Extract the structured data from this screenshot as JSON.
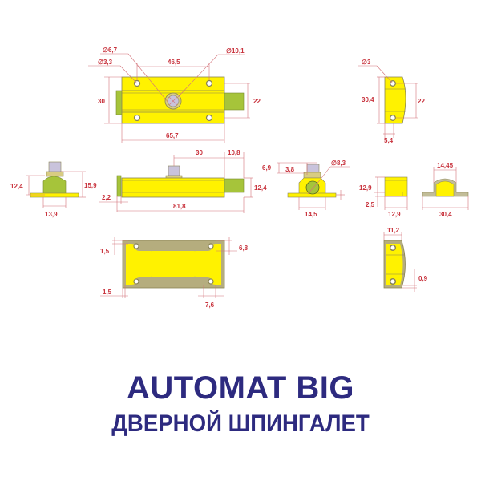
{
  "product": {
    "title": "AUTOMAT BIG",
    "subtitle": "ДВЕРНОЙ ШПИНГАЛЕТ"
  },
  "colors": {
    "body_yellow": "#fff200",
    "bolt_green": "#a6c43a",
    "outline": "#8a8455",
    "knob_lilac": "#c9c3dc",
    "base_khaki": "#d8cc82",
    "dimension_red": "#c8323c",
    "title_blue": "#2d2a7f"
  },
  "views": {
    "top_view": {
      "hole_small": "∅3,3",
      "hole_mid": "∅6,7",
      "hole_large": "∅10,1",
      "hole_spacing": "46,5",
      "height": "30",
      "bolt_height": "22",
      "length": "65,7"
    },
    "strike_side": {
      "hole": "∅3",
      "height": "30,4",
      "hole_spacing": "22",
      "depth": "5,4"
    },
    "end_view": {
      "height": "12,4",
      "total_height": "15,9",
      "width": "13,9"
    },
    "side_view": {
      "knob_offset": "30",
      "bolt_extension": "10,8",
      "cap": "2,2",
      "height": "12,4",
      "length": "81,8"
    },
    "section_view": {
      "knob_height": "6,9",
      "knob_width": "3,8",
      "bolt_diameter": "∅8,3",
      "width": "14,5"
    },
    "strike_block": {
      "height": "12,9",
      "base": "2,5",
      "width": "12,9"
    },
    "strike_front": {
      "top_width": "14,45",
      "width": "30,4"
    },
    "base_plate": {
      "margin_top": "1,5",
      "margin_bottom": "1,5",
      "slot_width": "6,8",
      "slot_offset": "7,6"
    },
    "strike_back": {
      "width": "11,2",
      "gap": "0,9"
    }
  }
}
